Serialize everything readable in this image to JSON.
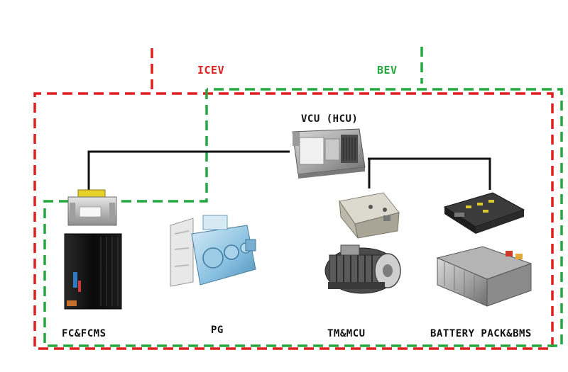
{
  "colors": {
    "icev": "#dd1f1f",
    "bev": "#22a83e",
    "wire": "#111111",
    "label": "#111111"
  },
  "boundaries": {
    "icev_label": "ICEV",
    "bev_label": "BEV"
  },
  "controller": {
    "label": "VCU (HCU)"
  },
  "components": [
    {
      "id": "fc",
      "label": "FC&FCMS",
      "icon": "fuel-cell-stack-icon"
    },
    {
      "id": "pg",
      "label": "PG",
      "icon": "power-generator-icon"
    },
    {
      "id": "tm",
      "label": "TM&MCU",
      "icon": "traction-motor-icon"
    },
    {
      "id": "battery",
      "label": "BATTERY PACK&BMS",
      "icon": "battery-pack-icon"
    }
  ]
}
